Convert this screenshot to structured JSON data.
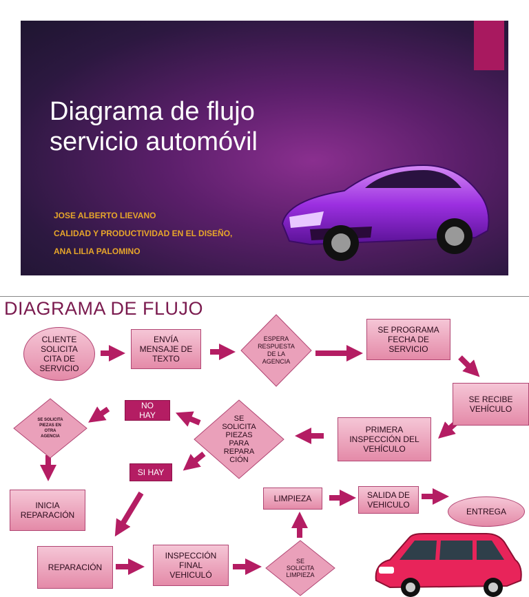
{
  "slide1": {
    "title_line1": "Diagrama de flujo",
    "title_line2": "servicio automóvil",
    "author": "JOSE ALBERTO LIEVANO",
    "course": "CALIDAD Y PRODUCTIVIDAD EN EL DISEÑO,",
    "teacher": "ANA LILIA PALOMINO"
  },
  "slide2": {
    "title": "DIAGRAMA DE FLUJO",
    "nodes": {
      "cliente": [
        "CLIENTE",
        "SOLICITA",
        "CITA DE",
        "SERVICIO"
      ],
      "envia": [
        "ENVÍA",
        "MENSAJE DE",
        "TEXTO"
      ],
      "espera": [
        "ESPERA",
        "RESPUESTA",
        "DE LA",
        "AGENCIA"
      ],
      "programa": [
        "SE PROGRAMA",
        "FECHA DE",
        "SERVICIO"
      ],
      "recibe": [
        "SE RECIBE",
        "VEHÍCULO"
      ],
      "inspeccion1": [
        "PRIMERA",
        "INSPECCIÓN DEL",
        "VEHÍCULO"
      ],
      "solicita_piezas": [
        "SE",
        "SOLICITA",
        "PIEZAS",
        "PARA",
        "REPARA",
        "CIÓN"
      ],
      "no_hay": [
        "NO",
        "HAY"
      ],
      "si_hay": "SI HAY",
      "otra_agencia": [
        "SE SOLICITA",
        "PIEZAS EN",
        "OTRA",
        "AGENCIA"
      ],
      "inicia": [
        "INICIA",
        "REPARACIÓN"
      ],
      "reparacion": "REPARACIÓN",
      "inspeccion_final": [
        "INSPECCIÓN",
        "FINAL",
        "VEHICULÓ"
      ],
      "solicita_limpieza": [
        "SE",
        "SOLICITA",
        "LIMPIEZA"
      ],
      "limpieza": "LIMPIEZA",
      "salida": [
        "SALIDA DE",
        "VEHICULO"
      ],
      "entrega": "ENTREGA"
    }
  },
  "colors": {
    "accent": "#a8195f",
    "box_fill": "#e48aa8",
    "dark_box": "#b41d63",
    "subtitle": "#e7a62a"
  }
}
